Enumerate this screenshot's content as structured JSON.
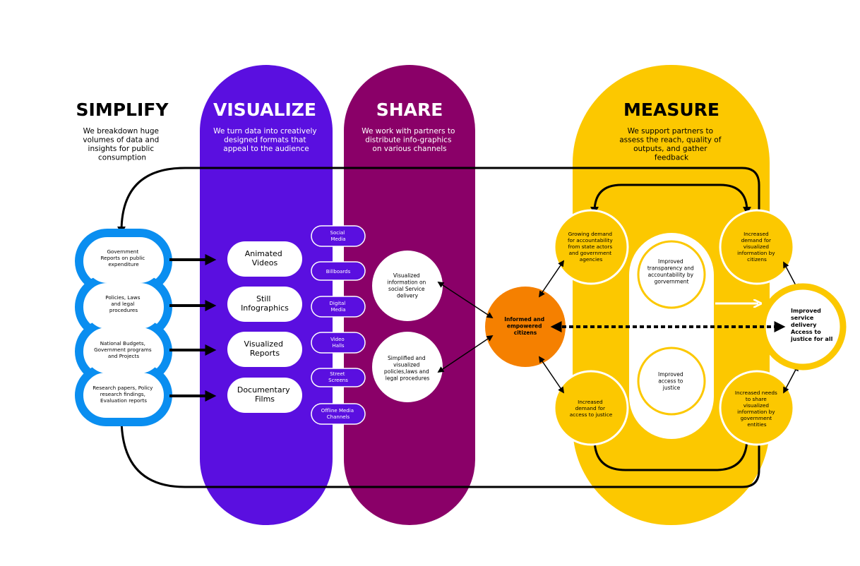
{
  "colors": {
    "blue": "#0a8ef0",
    "purple": "#5a0fe0",
    "magenta": "#8a0068",
    "yellow": "#fcc800",
    "orange": "#f58000",
    "black": "#000000",
    "white": "#ffffff"
  },
  "simplify": {
    "title": "SIMPLIFY",
    "desc": [
      "We breakdown huge",
      "volumes of data and",
      "insights for public",
      "consumption"
    ],
    "items": [
      [
        "Government",
        "Reports on public",
        "expenditure"
      ],
      [
        "Policies, Laws",
        "and legal",
        "procedures"
      ],
      [
        "National Budgets,",
        "Government programs",
        "and Projects"
      ],
      [
        "Research papers, Policy",
        "research findings,",
        "Evaluation reports"
      ]
    ]
  },
  "visualize": {
    "title": "VISUALIZE",
    "desc": [
      "We turn data into creatively",
      "designed formats that",
      "appeal to the audience"
    ],
    "formats": [
      [
        "Animated",
        "Videos"
      ],
      [
        "Still",
        "Infographics"
      ],
      [
        "Visualized",
        "Reports"
      ],
      [
        "Documentary",
        "Films"
      ]
    ],
    "channels": [
      [
        "Social",
        "Media"
      ],
      [
        "Billboards"
      ],
      [
        "Digital",
        "Media"
      ],
      [
        "Video",
        "Halls"
      ],
      [
        "Street",
        "Screens"
      ],
      [
        "Offline Media",
        "Channels"
      ]
    ]
  },
  "share": {
    "title": "SHARE",
    "desc": [
      "We work with partners to",
      "distribute info-graphics",
      "on various channels"
    ],
    "circles": [
      [
        "Visualized",
        "information on",
        "social Service",
        "delivery"
      ],
      [
        "Simplified and",
        "visualized",
        "policies,laws and",
        "legal procedures"
      ]
    ]
  },
  "center": {
    "label": [
      "Informed and",
      "empowered",
      "citizens"
    ]
  },
  "measure": {
    "title": "MEASURE",
    "desc": [
      "We support partners to",
      "assess the reach, quality of",
      "outputs, and gather",
      "feedback"
    ],
    "circles": [
      [
        "Growing demand",
        "for accountability",
        "from state actors",
        "and government",
        "agencies"
      ],
      [
        "Increased",
        "demand for",
        "visualized",
        "information by",
        "citizens"
      ],
      [
        "Increased",
        "demand for",
        "access to justice"
      ],
      [
        "Increased needs",
        "to share",
        "visualized",
        "information by",
        "government",
        "entities"
      ]
    ],
    "inner": [
      [
        "Improved",
        "transparency and",
        "accountability by",
        "gorvernment"
      ],
      [
        "Improved",
        "access to",
        "justice"
      ]
    ],
    "outcome": [
      "Improved",
      "service",
      "delivery",
      "Access to",
      "justice for all"
    ]
  }
}
